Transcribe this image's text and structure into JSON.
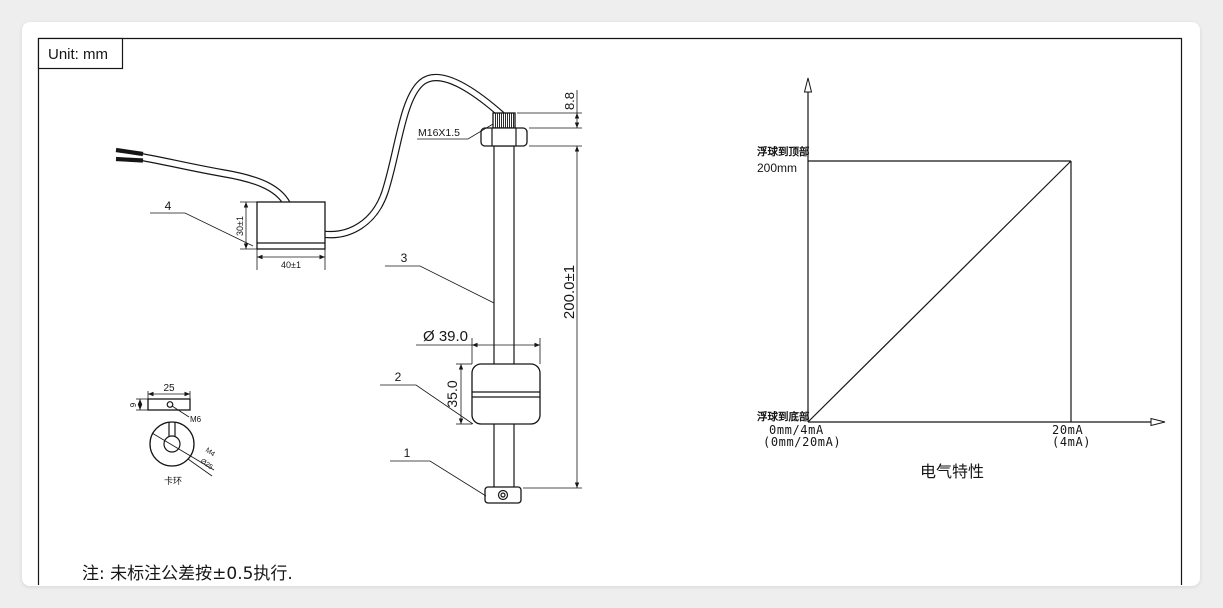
{
  "unit_label": "Unit: mm",
  "drawing": {
    "thread_spec": "M16X1.5",
    "dim_thread": "8.8",
    "dim_length": "200.0±1",
    "dim_float_diameter": "Ø 39.0",
    "dim_float_height": "35.0",
    "dim_box_height": "30±1",
    "dim_box_width": "40±1",
    "part_1": "1",
    "part_2": "2",
    "part_3": "3",
    "part_4": "4"
  },
  "clip_detail": {
    "dim_width": "25",
    "dim_height": "9",
    "screw_label": "M6",
    "thread_label": "M4",
    "diameter_label": "Ø25",
    "caption": "卡环"
  },
  "characteristic": {
    "top_label": "浮球到顶部",
    "top_value": "200mm",
    "bottom_label": "浮球到底部",
    "origin_label": "0mm/4mA",
    "origin_alt": "(0mm/20mA)",
    "end_label": "20mA",
    "end_alt": "(4mA)",
    "title": "电气特性"
  },
  "note": "注: 未标注公差按±0.5执行."
}
